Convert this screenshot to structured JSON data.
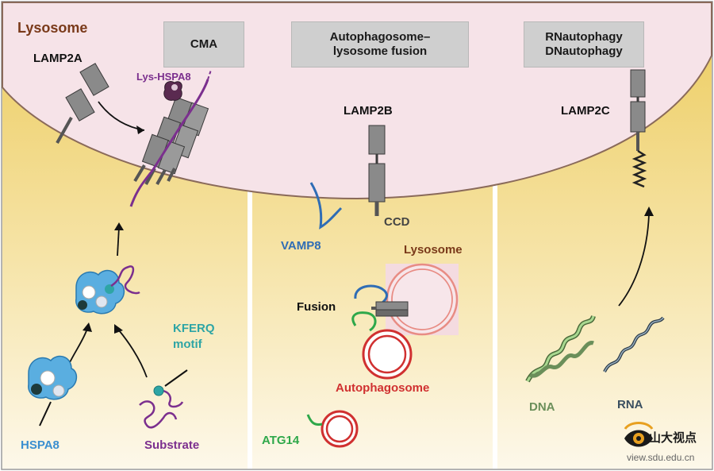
{
  "panels": {
    "lysosome_title": "Lysosome",
    "cma_header": "CMA",
    "fusion_header_line1": "Autophagosome–",
    "fusion_header_line2": "lysosome fusion",
    "rna_header_line1": "RNautophagy",
    "rna_header_line2": "DNautophagy"
  },
  "labels": {
    "lamp2a": "LAMP2A",
    "lys_hspa8": "Lys-HSPA8",
    "lamp2b": "LAMP2B",
    "lamp2c": "LAMP2C",
    "ccd": "CCD",
    "vamp8": "VAMP8",
    "lysosome_small": "Lysosome",
    "fusion": "Fusion",
    "autophagosome": "Autophagosome",
    "atg14": "ATG14",
    "kferq_line1": "KFERQ",
    "kferq_line2": "motif",
    "hspa8": "HSPA8",
    "substrate": "Substrate",
    "dna": "DNA",
    "rna": "RNA",
    "watermark_cn": "山大视点",
    "watermark_url": "view.sdu.edu.cn"
  },
  "colors": {
    "lysosome_fill": "#f6e3e8",
    "gold": "#eccb5c",
    "cream": "#fcf6e0",
    "protein_gray": "#8a8a8a",
    "purple": "#7b2f8e",
    "vamp8_blue": "#2f6db5",
    "atg14_green": "#2ea84a",
    "autophagosome_red": "#d03030",
    "lysosome_pink": "#e88c84",
    "hspa8_blue": "#3a8fd0",
    "kferq_teal": "#2ea5a5",
    "brown": "#7a3a1a",
    "dna_green": "#6b8f5a",
    "rna_slate": "#3a4f60"
  },
  "icons": [
    "hspa8-chaperone-icon",
    "lamp2-transmembrane-icon",
    "dna-helix-icon",
    "rna-helix-icon",
    "substrate-protein-icon",
    "eye-logo-icon"
  ]
}
